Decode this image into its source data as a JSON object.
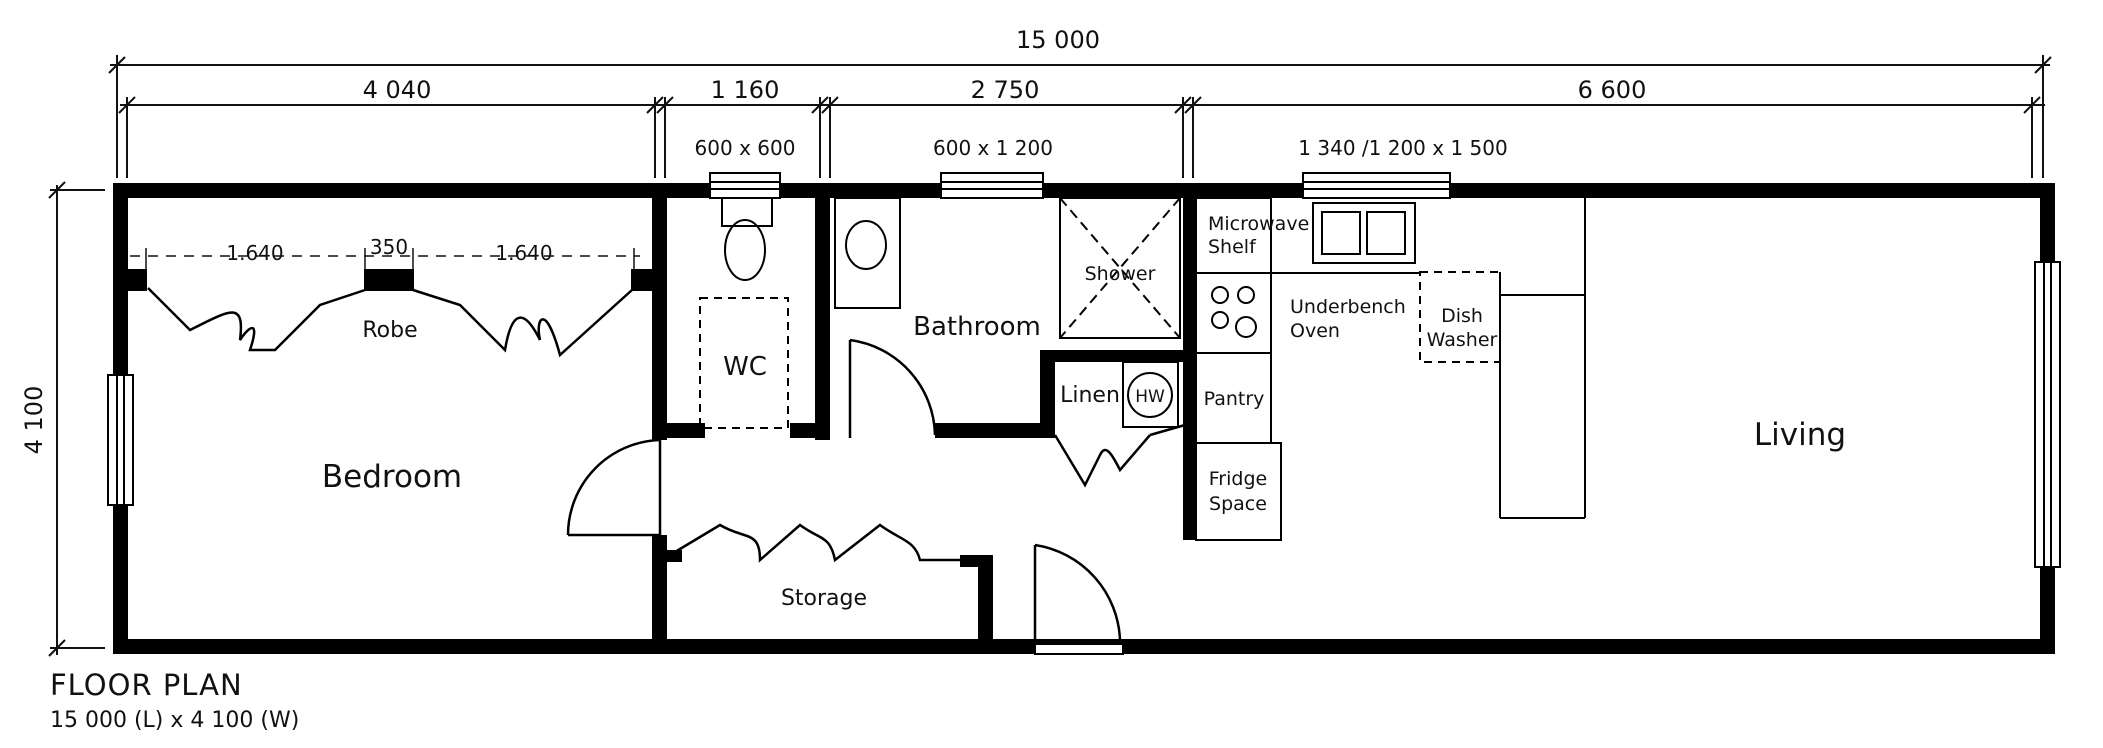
{
  "dimensions": {
    "overall_length": "15 000",
    "overall_width": "4 100",
    "segments": [
      "4 040",
      "1 160",
      "2 750",
      "6 600"
    ],
    "windows": [
      "600 x 600",
      "600 x 1 200",
      "1 340 /1 200 x 1 500"
    ],
    "robe": [
      "1.640",
      "350",
      "1.640"
    ]
  },
  "rooms": {
    "bedroom": "Bedroom",
    "robe": "Robe",
    "wc": "WC",
    "bathroom": "Bathroom",
    "shower": "Shower",
    "linen": "Linen",
    "hot_water": "HW",
    "storage": "Storage",
    "living": "Living"
  },
  "kitchen": {
    "microwave": [
      "Microwave",
      "Shelf"
    ],
    "oven": [
      "Underbench",
      "Oven"
    ],
    "dishwasher": [
      "Dish",
      "Washer"
    ],
    "pantry": "Pantry",
    "fridge": [
      "Fridge",
      "Space"
    ]
  },
  "title": {
    "heading": "FLOOR PLAN",
    "subtitle": "15 000 (L) x 4 100 (W)"
  }
}
